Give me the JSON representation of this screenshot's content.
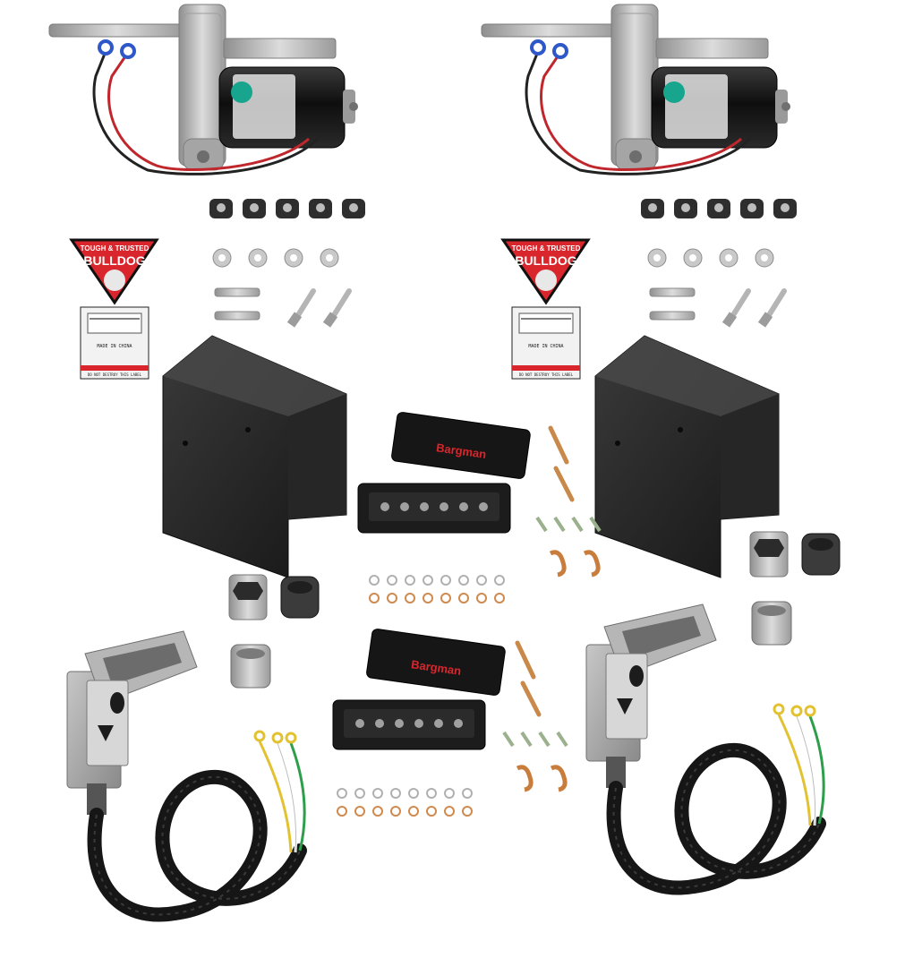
{
  "image": {
    "background": "#ffffff",
    "colors": {
      "metal": "#b8b8b8",
      "motor": "#1a1a1a",
      "shield": "#2b2b2b",
      "badge_red": "#d8262c",
      "wire_red": "#c0272d",
      "wire_green": "#2e9e4a",
      "wire_yellow": "#e2c230",
      "copper": "#c87d3c"
    }
  },
  "labels": {
    "brand_top": "TOUGH & TRUSTED",
    "brand_name": "BULLDOG",
    "made_in": "MADE IN CHINA",
    "warning": "DO NOT DESTROY THIS LABEL",
    "junction_brand": "Bargman"
  }
}
